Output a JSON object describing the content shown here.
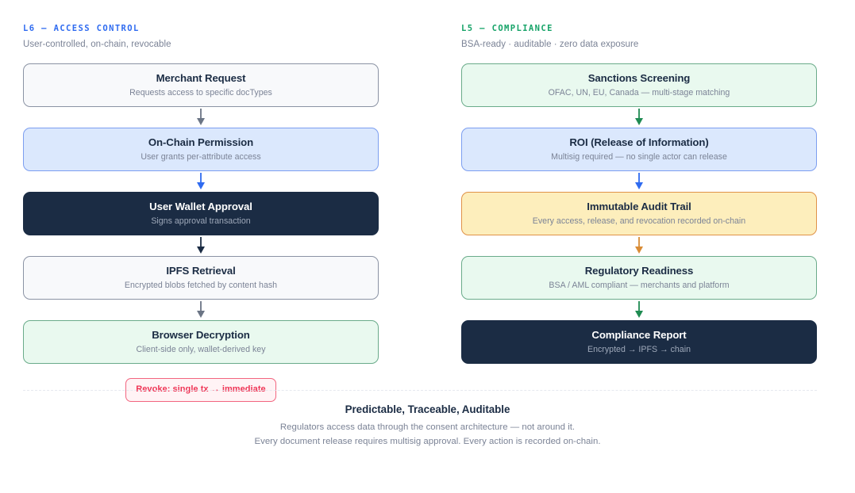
{
  "columns": [
    {
      "kicker": "L6 — ACCESS CONTROL",
      "kicker_color": "#2f6bf0",
      "subtitle": "User-controlled, on-chain, revocable",
      "accent": "blue",
      "nodes": [
        {
          "title": "Merchant Request",
          "desc": "Requests access to specific docTypes",
          "variant": "neutral",
          "arrow_color": "#6b7585"
        },
        {
          "title": "On-Chain Permission",
          "desc": "User grants per-attribute access",
          "variant": "blue",
          "arrow_color": "#2f6bf0"
        },
        {
          "title": "User Wallet Approval",
          "desc": "Signs approval transaction",
          "variant": "dark",
          "arrow_color": "#1b2c44"
        },
        {
          "title": "IPFS Retrieval",
          "desc": "Encrypted blobs fetched by content hash",
          "variant": "neutral",
          "arrow_color": "#6b7585"
        },
        {
          "title": "Browser Decryption",
          "desc": "Client-side only, wallet-derived key",
          "variant": "green",
          "arrow_color": null
        }
      ],
      "badge": "Revoke: single tx → immediate",
      "badge_color": "#ef3455"
    },
    {
      "kicker": "L5 — COMPLIANCE",
      "kicker_color": "#16a368",
      "subtitle": "BSA-ready · auditable · zero data exposure",
      "accent": "green",
      "nodes": [
        {
          "title": "Sanctions Screening",
          "desc": "OFAC, UN, EU, Canada — multi-stage matching",
          "variant": "green",
          "arrow_color": "#1f8b52"
        },
        {
          "title": "ROI (Release of Information)",
          "desc": "Multisig required — no single actor can release",
          "variant": "blue",
          "arrow_color": "#2f6bf0"
        },
        {
          "title": "Immutable Audit Trail",
          "desc": "Every access, release, and revocation recorded on-chain",
          "variant": "amber",
          "arrow_color": "#d98c36"
        },
        {
          "title": "Regulatory Readiness",
          "desc": "BSA / AML compliant — merchants and platform",
          "variant": "green",
          "arrow_color": "#1f8b52"
        },
        {
          "title": "Compliance Report",
          "desc": "Encrypted → IPFS → chain",
          "variant": "dark",
          "arrow_color": null
        }
      ],
      "badge": null,
      "badge_color": null
    }
  ],
  "footer": {
    "title": "Predictable, Traceable, Auditable",
    "lines": [
      "Regulators access data through the consent architecture — not around it.",
      "Every document release requires multisig approval. Every action is recorded on-chain."
    ]
  }
}
